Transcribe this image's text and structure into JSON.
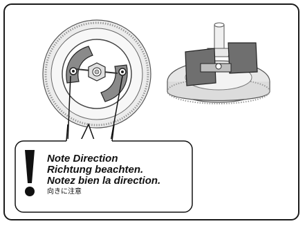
{
  "note": {
    "line_en": "Note Direction",
    "line_de": "Richtung beachten.",
    "line_fr": "Notez bien la direction.",
    "line_jp": "向きに注意"
  },
  "icons": {
    "exclamation": "exclamation-icon"
  },
  "colors": {
    "ink": "#1a1a1a",
    "part_gray": "#8a8a8a",
    "light_gray": "#d8d8d8"
  }
}
